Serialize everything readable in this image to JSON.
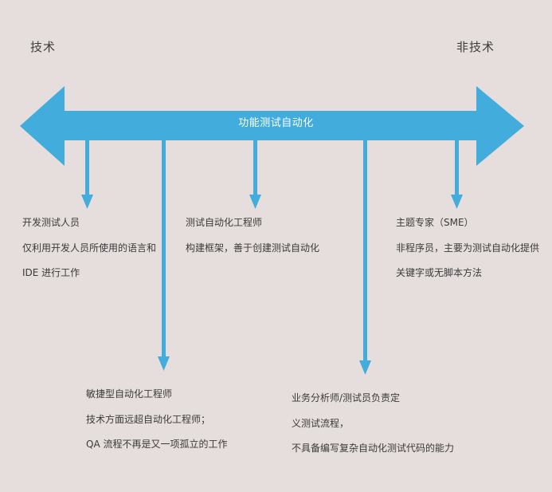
{
  "diagram": {
    "title": "功能测试自动化",
    "axis": {
      "left_label": "技术",
      "right_label": "非技术"
    },
    "colors": {
      "background": "#E6DEDC",
      "accent": "#42ADDC",
      "banner_text": "#FFFFFF",
      "body_text": "#3A3A3A"
    },
    "callouts": [
      {
        "role": "开发测试人员",
        "line2": "仅利用开发人员所使用的语言和",
        "line3": "IDE 进行工作"
      },
      {
        "role": "测试自动化工程师",
        "line2": "构建框架，善于创建测试自动化",
        "line3": ""
      },
      {
        "role": "主题专家（SME）",
        "line2": "非程序员，主要为测试自动化提供",
        "line3": "关键字或无脚本方法"
      },
      {
        "role": "敏捷型自动化工程师",
        "line2": "技术方面远超自动化工程师；",
        "line3": "QA 流程不再是又一项孤立的工作"
      },
      {
        "role": "业务分析师/测试员负责定",
        "line2": "义测试流程，",
        "line3": "不具备编写复杂自动化测试代码的能力"
      }
    ]
  }
}
